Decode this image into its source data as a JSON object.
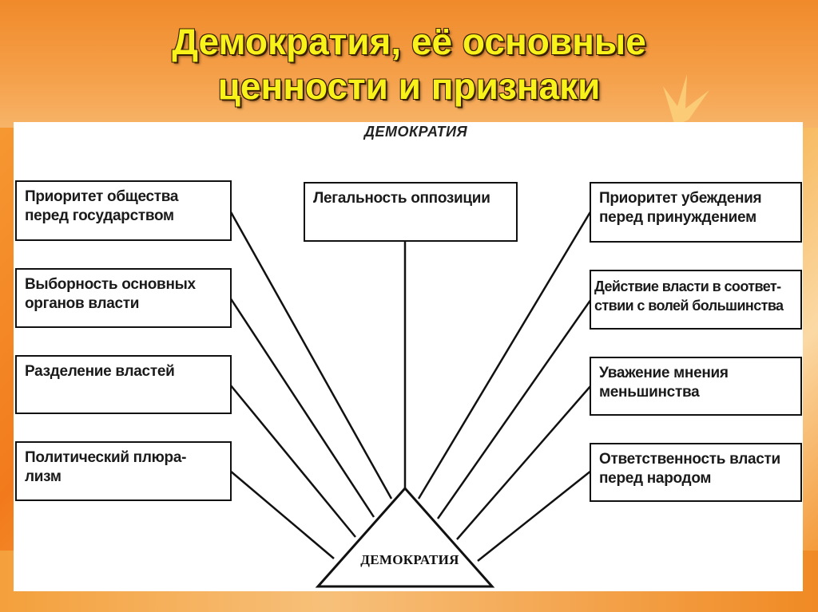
{
  "slide": {
    "title_line1": "Демократия, её основные",
    "title_line2": "ценности и признаки",
    "colors": {
      "title": "#f8f21a",
      "background": "#f27a1c"
    }
  },
  "diagram": {
    "heading": "ДЕМОКРАТИЯ",
    "center_label": "ДЕМОКРАТИЯ",
    "top_box": "Легальность оппозиции",
    "left_boxes": [
      "Приоритет общества\nперед государством",
      "Выборность основных\nорганов власти",
      "Разделение властей",
      "Политический плюра-\nлизм"
    ],
    "right_boxes": [
      "Приоритет убеждения\nперед принуждением",
      "Действие власти в соответ-\nствии с волей большинства",
      "Уважение мнения\nменьшинства",
      "Ответственность власти\nперед народом"
    ]
  }
}
